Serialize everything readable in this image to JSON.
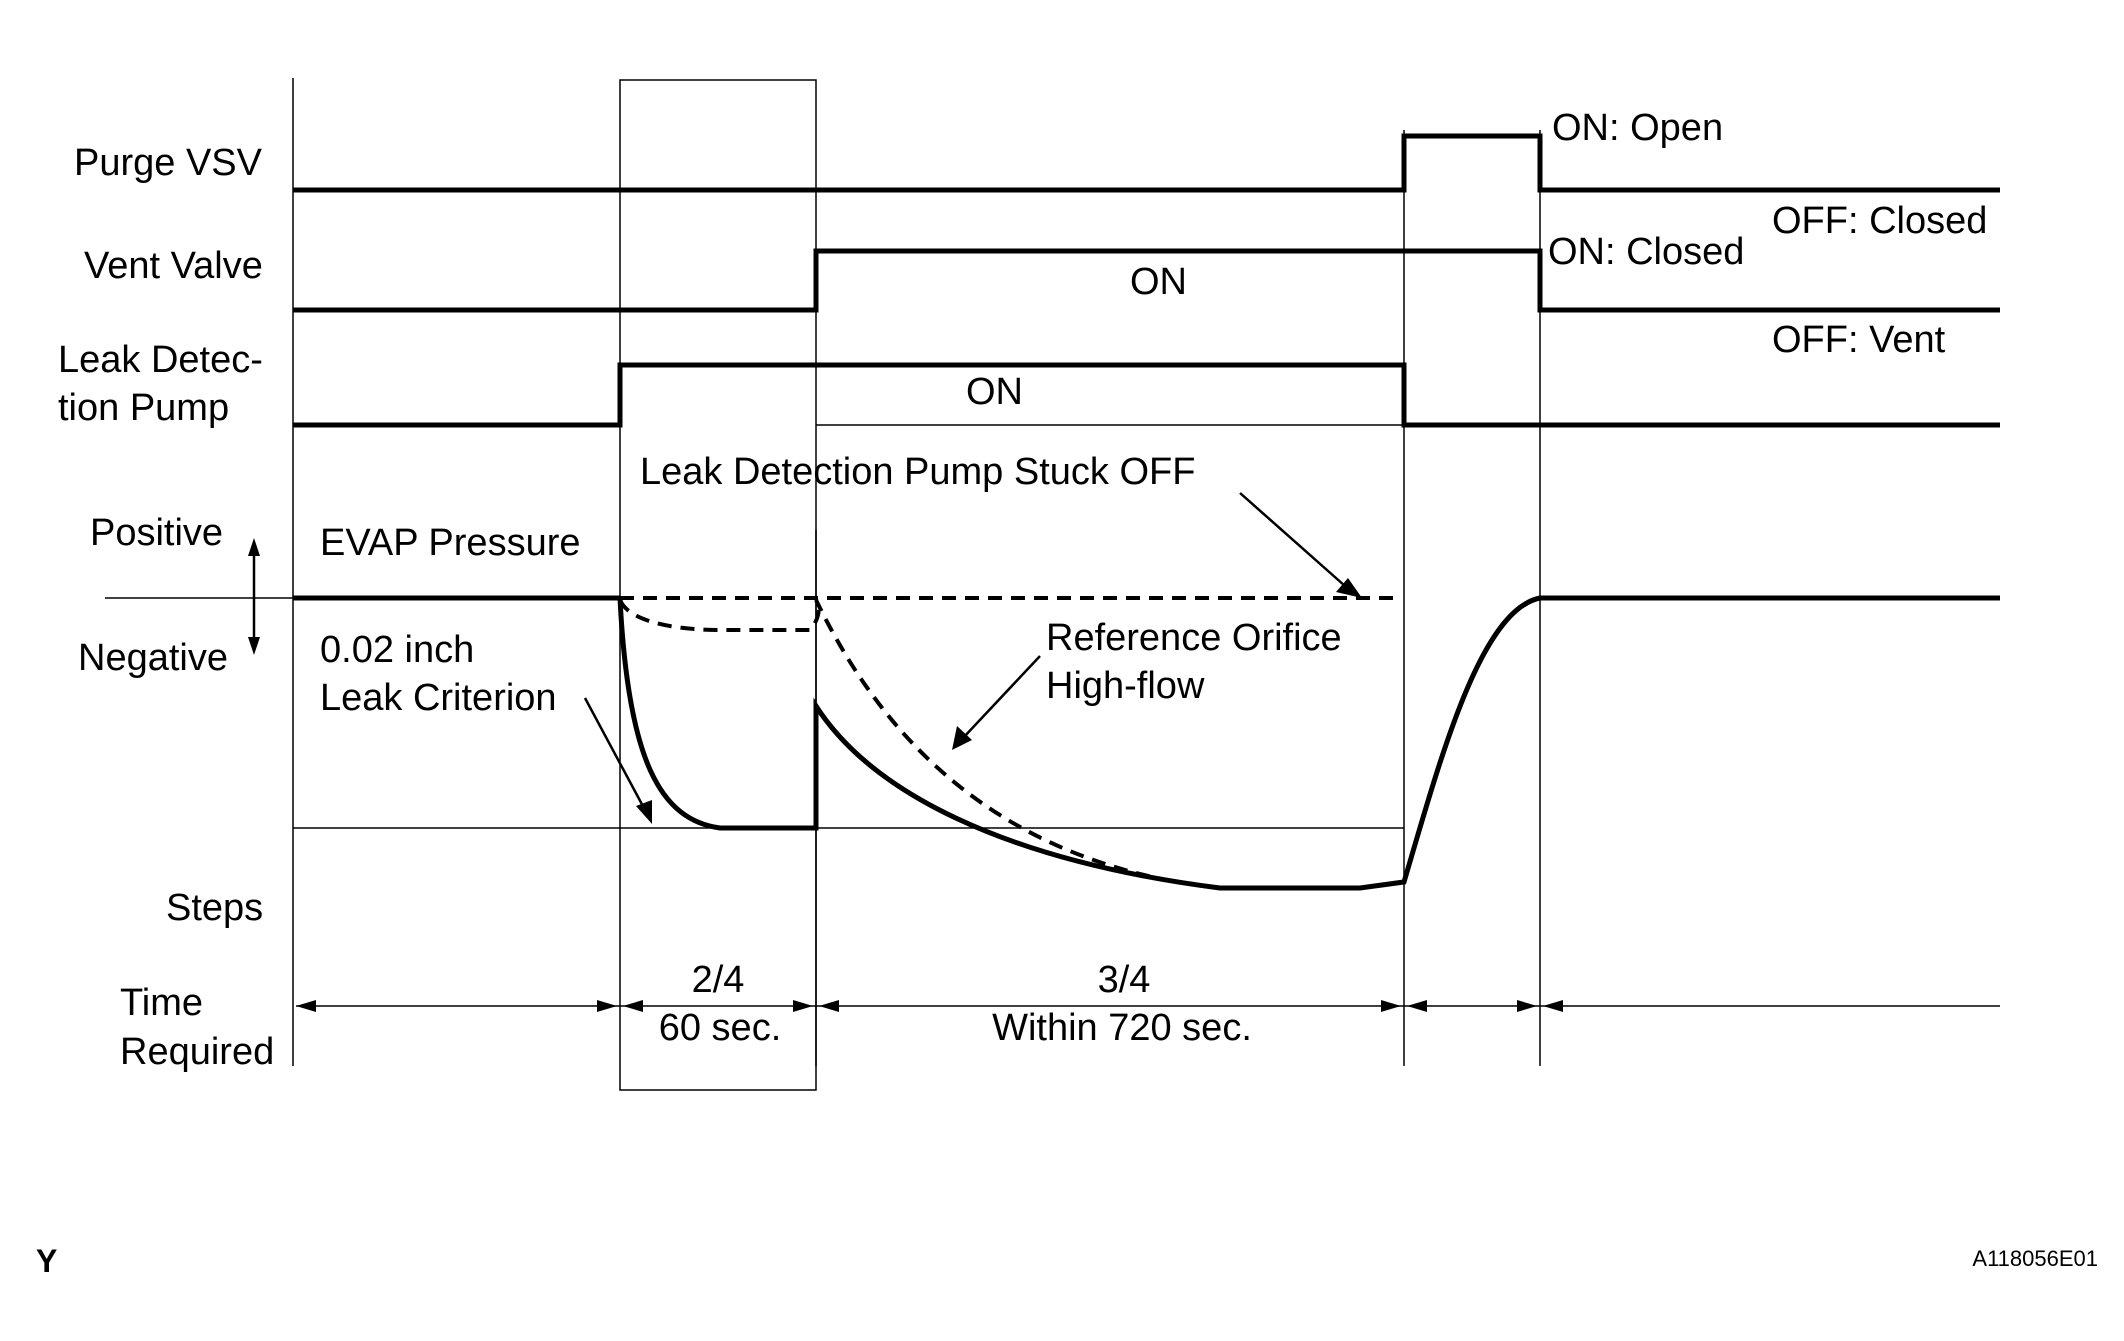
{
  "row_labels": {
    "purge_vsv": "Purge VSV",
    "vent_valve": "Vent Valve",
    "leak_pump_line1": "Leak Detec-",
    "leak_pump_line2": "tion Pump",
    "positive": "Positive",
    "negative": "Negative",
    "steps": "Steps",
    "time_line1": "Time",
    "time_line2": "Required"
  },
  "state_labels": {
    "purge_on": "ON: Open",
    "purge_off": "OFF: Closed",
    "vent_on": "ON: Closed",
    "vent_off": "OFF: Vent",
    "vent_on_inline": "ON",
    "pump_on_inline": "ON"
  },
  "annotations": {
    "evap_pressure": "EVAP Pressure",
    "pump_stuck_off": "Leak Detection Pump Stuck OFF",
    "leak_criterion_line1": "0.02 inch",
    "leak_criterion_line2": "Leak Criterion",
    "reference_orifice_line1": "Reference Orifice",
    "reference_orifice_line2": "High-flow"
  },
  "steps": {
    "step2_label": "2/4",
    "step2_time": "60 sec.",
    "step3_label": "3/4",
    "step3_time": "Within 720 sec."
  },
  "footer": {
    "left_mark": "Y",
    "figure_id": "A118056E01"
  }
}
